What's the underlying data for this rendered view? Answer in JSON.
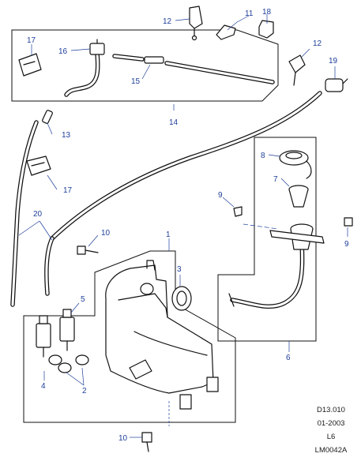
{
  "callouts": {
    "c12a": "12",
    "c11": "11",
    "c18": "18",
    "c12b": "12",
    "c17a": "17",
    "c16": "16",
    "c15": "15",
    "c19": "19",
    "c14": "14",
    "c13": "13",
    "c17b": "17",
    "c8": "8",
    "c7": "7",
    "c9a": "9",
    "c20": "20",
    "c10a": "10",
    "c1": "1",
    "c9b": "9",
    "c3": "3",
    "c5": "5",
    "c6": "6",
    "c4": "4",
    "c2": "2",
    "c10b": "10"
  },
  "reference": {
    "line1": "D13.010",
    "line2": "01-2003",
    "line3": "L6",
    "line4": "LM0042A"
  },
  "colors": {
    "callout": "#1f3f9a",
    "line": "#111111"
  }
}
